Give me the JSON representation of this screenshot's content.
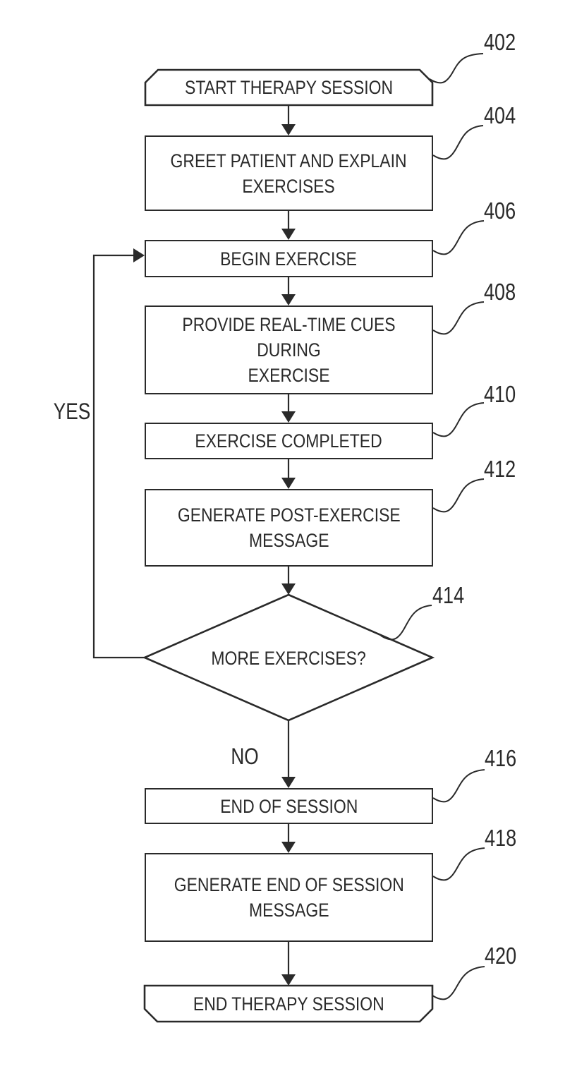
{
  "figure": {
    "type": "flowchart",
    "background_color": "#ffffff",
    "line_color": "#2a2a2a"
  },
  "nodes": [
    {
      "id": "402",
      "shape": "terminator-top-chamfer",
      "label": "START THERAPY SESSION",
      "ref": "402"
    },
    {
      "id": "404",
      "shape": "process",
      "label": "GREET PATIENT AND EXPLAIN\nEXERCISES",
      "ref": "404"
    },
    {
      "id": "406",
      "shape": "process",
      "label": "BEGIN EXERCISE",
      "ref": "406"
    },
    {
      "id": "408",
      "shape": "process",
      "label": "PROVIDE REAL-TIME CUES DURING\nEXERCISE",
      "ref": "408"
    },
    {
      "id": "410",
      "shape": "process",
      "label": "EXERCISE COMPLETED",
      "ref": "410"
    },
    {
      "id": "412",
      "shape": "process",
      "label": "GENERATE POST-EXERCISE\nMESSAGE",
      "ref": "412"
    },
    {
      "id": "414",
      "shape": "decision",
      "label": "MORE EXERCISES?",
      "ref": "414"
    },
    {
      "id": "416",
      "shape": "process",
      "label": "END OF SESSION",
      "ref": "416"
    },
    {
      "id": "418",
      "shape": "process",
      "label": "GENERATE END OF SESSION\nMESSAGE",
      "ref": "418"
    },
    {
      "id": "420",
      "shape": "terminator-bottom-chamfer",
      "label": "END THERAPY SESSION",
      "ref": "420"
    }
  ],
  "edge_labels": {
    "yes": "YES",
    "no": "NO"
  }
}
